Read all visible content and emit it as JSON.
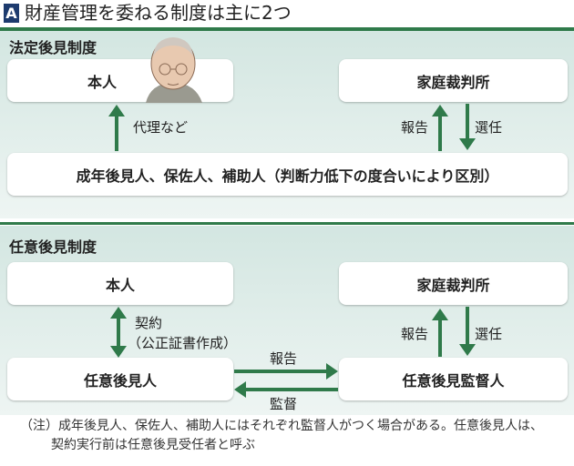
{
  "header": {
    "badge": "A",
    "title": "財産管理を委ねる制度は主に2つ"
  },
  "legal": {
    "heading": "法定後見制度",
    "principal": "本人",
    "court": "家庭裁判所",
    "proxy_label": "代理など",
    "report_label": "報告",
    "appoint_label": "選任",
    "guardians": "成年後見人、保佐人、補助人（判断力低下の度合いにより区別）"
  },
  "voluntary": {
    "heading": "任意後見制度",
    "principal": "本人",
    "court": "家庭裁判所",
    "contract_label": "契約",
    "contract_sub": "（公正証書作成）",
    "report_label_court": "報告",
    "appoint_label": "選任",
    "guardian": "任意後見人",
    "supervisor": "任意後見監督人",
    "report_label": "報告",
    "supervise_label": "監督"
  },
  "note": {
    "line1": "（注）成年後見人、保佐人、補助人にはそれぞれ監督人がつく場合がある。任意後見人は、",
    "line2": "契約実行前は任意後見受任者と呼ぶ"
  },
  "colors": {
    "green": "#2f7a4a",
    "navy": "#1d3b6e"
  }
}
